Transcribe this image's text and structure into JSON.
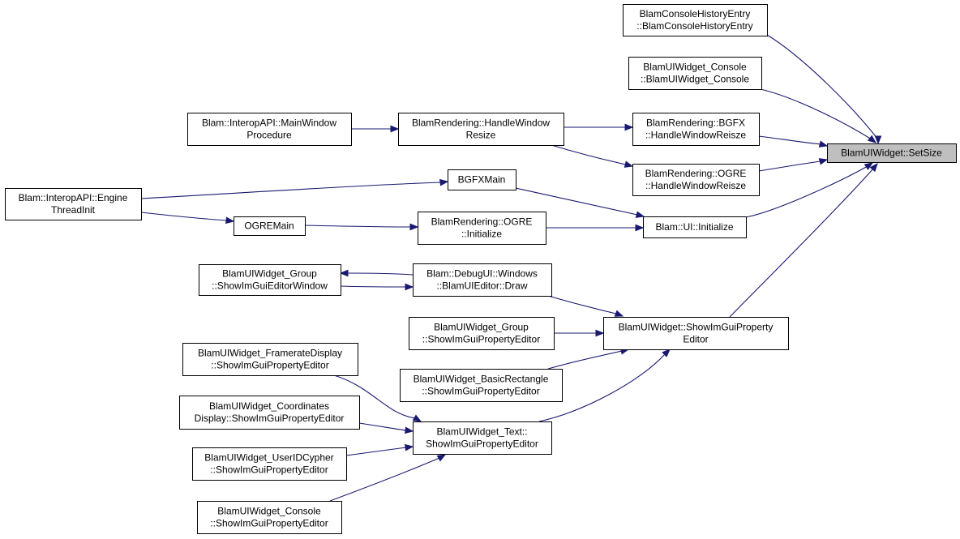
{
  "diagram": {
    "root": "setsize",
    "colors": {
      "edge": "#191970",
      "root_fill": "#bfbfbf",
      "node_fill": "#ffffff",
      "border": "#000000"
    },
    "nodes": [
      {
        "id": "histentry",
        "lines": [
          "BlamConsoleHistoryEntry",
          "::BlamConsoleHistoryEntry"
        ]
      },
      {
        "id": "uiconsole",
        "lines": [
          "BlamUIWidget_Console",
          "::BlamUIWidget_Console"
        ]
      },
      {
        "id": "mainwindow",
        "lines": [
          "Blam::InteropAPI::MainWindow",
          "Procedure"
        ]
      },
      {
        "id": "handleresize",
        "lines": [
          "BlamRendering::HandleWindow",
          "Resize"
        ]
      },
      {
        "id": "bgfxreisze",
        "lines": [
          "BlamRendering::BGFX",
          "::HandleWindowReisze"
        ]
      },
      {
        "id": "setsize",
        "lines": [
          "BlamUIWidget::SetSize"
        ]
      },
      {
        "id": "enginethread",
        "lines": [
          "Blam::InteropAPI::Engine",
          "ThreadInit"
        ]
      },
      {
        "id": "bgfxmain",
        "lines": [
          "BGFXMain"
        ]
      },
      {
        "id": "ogrereisze",
        "lines": [
          "BlamRendering::OGRE",
          "::HandleWindowReisze"
        ]
      },
      {
        "id": "ogremain",
        "lines": [
          "OGREMain"
        ]
      },
      {
        "id": "ogreinit",
        "lines": [
          "BlamRendering::OGRE",
          "::Initialize"
        ]
      },
      {
        "id": "uiinit",
        "lines": [
          "Blam::UI::Initialize"
        ]
      },
      {
        "id": "groupeditorwin",
        "lines": [
          "BlamUIWidget_Group",
          "::ShowImGuiEditorWindow"
        ]
      },
      {
        "id": "debugdraw",
        "lines": [
          "Blam::DebugUI::Windows",
          "::BlamUIEditor::Draw"
        ]
      },
      {
        "id": "grouppropeditor",
        "lines": [
          "BlamUIWidget_Group",
          "::ShowImGuiPropertyEditor"
        ]
      },
      {
        "id": "widgetpropeditor",
        "lines": [
          "BlamUIWidget::ShowImGuiProperty",
          "Editor"
        ]
      },
      {
        "id": "framerate",
        "lines": [
          "BlamUIWidget_FramerateDisplay",
          "::ShowImGuiPropertyEditor"
        ]
      },
      {
        "id": "basicrect",
        "lines": [
          "BlamUIWidget_BasicRectangle",
          "::ShowImGuiPropertyEditor"
        ]
      },
      {
        "id": "coords",
        "lines": [
          "BlamUIWidget_Coordinates",
          "Display::ShowImGuiPropertyEditor"
        ]
      },
      {
        "id": "textprop",
        "lines": [
          "BlamUIWidget_Text::",
          "ShowImGuiPropertyEditor"
        ]
      },
      {
        "id": "useridcypher",
        "lines": [
          "BlamUIWidget_UserIDCypher",
          "::ShowImGuiPropertyEditor"
        ]
      },
      {
        "id": "consoleprop",
        "lines": [
          "BlamUIWidget_Console",
          "::ShowImGuiPropertyEditor"
        ]
      }
    ],
    "edges": [
      {
        "from": "histentry",
        "to": "setsize"
      },
      {
        "from": "uiconsole",
        "to": "setsize"
      },
      {
        "from": "bgfxreisze",
        "to": "setsize"
      },
      {
        "from": "ogrereisze",
        "to": "setsize"
      },
      {
        "from": "uiinit",
        "to": "setsize"
      },
      {
        "from": "widgetpropeditor",
        "to": "setsize"
      },
      {
        "from": "mainwindow",
        "to": "handleresize"
      },
      {
        "from": "handleresize",
        "to": "bgfxreisze"
      },
      {
        "from": "handleresize",
        "to": "ogrereisze"
      },
      {
        "from": "enginethread",
        "to": "bgfxmain"
      },
      {
        "from": "enginethread",
        "to": "ogremain"
      },
      {
        "from": "bgfxmain",
        "to": "uiinit"
      },
      {
        "from": "ogremain",
        "to": "ogreinit"
      },
      {
        "from": "ogreinit",
        "to": "uiinit"
      },
      {
        "from": "groupeditorwin",
        "to": "debugdraw"
      },
      {
        "from": "debugdraw",
        "to": "groupeditorwin"
      },
      {
        "from": "debugdraw",
        "to": "widgetpropeditor"
      },
      {
        "from": "grouppropeditor",
        "to": "widgetpropeditor"
      },
      {
        "from": "basicrect",
        "to": "widgetpropeditor"
      },
      {
        "from": "textprop",
        "to": "widgetpropeditor"
      },
      {
        "from": "framerate",
        "to": "textprop"
      },
      {
        "from": "coords",
        "to": "textprop"
      },
      {
        "from": "useridcypher",
        "to": "textprop"
      },
      {
        "from": "consoleprop",
        "to": "textprop"
      }
    ]
  }
}
